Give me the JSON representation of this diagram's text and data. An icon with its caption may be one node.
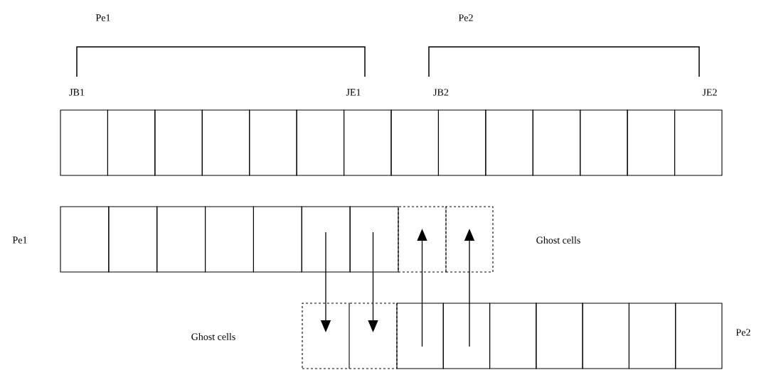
{
  "diagram": {
    "nodes": [
      {
        "text": [],
        "shape": "box"
      },
      {
        "text": [],
        "shape": "box"
      },
      {
        "text": [],
        "shape": "box"
      },
      {
        "text": [],
        "shape": "box"
      },
      {
        "text": [],
        "shape": "box"
      },
      {
        "text": [],
        "shape": "box"
      },
      {
        "text": [],
        "shape": "box"
      },
      {
        "text": [],
        "shape": "box"
      },
      {
        "text": [],
        "shape": "box"
      },
      {
        "text": [],
        "shape": "box"
      },
      {
        "text": [],
        "shape": "box"
      },
      {
        "text": [],
        "shape": "box"
      },
      {
        "text": [],
        "shape": "box"
      },
      {
        "text": [],
        "shape": "box"
      },
      {
        "text": [],
        "shape": "box"
      },
      {
        "text": [],
        "shape": "box"
      },
      {
        "text": [],
        "shape": "box"
      },
      {
        "text": [],
        "shape": "box"
      },
      {
        "text": [],
        "shape": "box"
      },
      {
        "text": [],
        "shape": "box"
      },
      {
        "text": [],
        "shape": "box"
      },
      {
        "text": [],
        "shape": "box"
      },
      {
        "text": [],
        "shape": "box"
      },
      {
        "text": [],
        "shape": "box"
      },
      {
        "text": [],
        "shape": "box"
      },
      {
        "text": [],
        "shape": "box"
      },
      {
        "text": [],
        "shape": "box"
      },
      {
        "text": [],
        "shape": "box"
      },
      {
        "text": [],
        "shape": "box"
      },
      {
        "text": [],
        "shape": "box"
      },
      {
        "text": [],
        "shape": "box"
      },
      {
        "text": [],
        "shape": "box"
      }
    ],
    "edges": [
      {
        "from": 19,
        "to": 23,
        "arrow": "to"
      },
      {
        "from": 20,
        "to": 24,
        "arrow": "to"
      },
      {
        "from": 25,
        "to": 21,
        "arrow": "to"
      },
      {
        "from": 26,
        "to": 22,
        "arrow": "to"
      }
    ],
    "labels": [
      "Pe1",
      "Pe2",
      "JB1",
      "JE1",
      "JB2",
      "JE2",
      "Pe1",
      "Ghost cells",
      "Ghost cells",
      "Pe2"
    ]
  }
}
